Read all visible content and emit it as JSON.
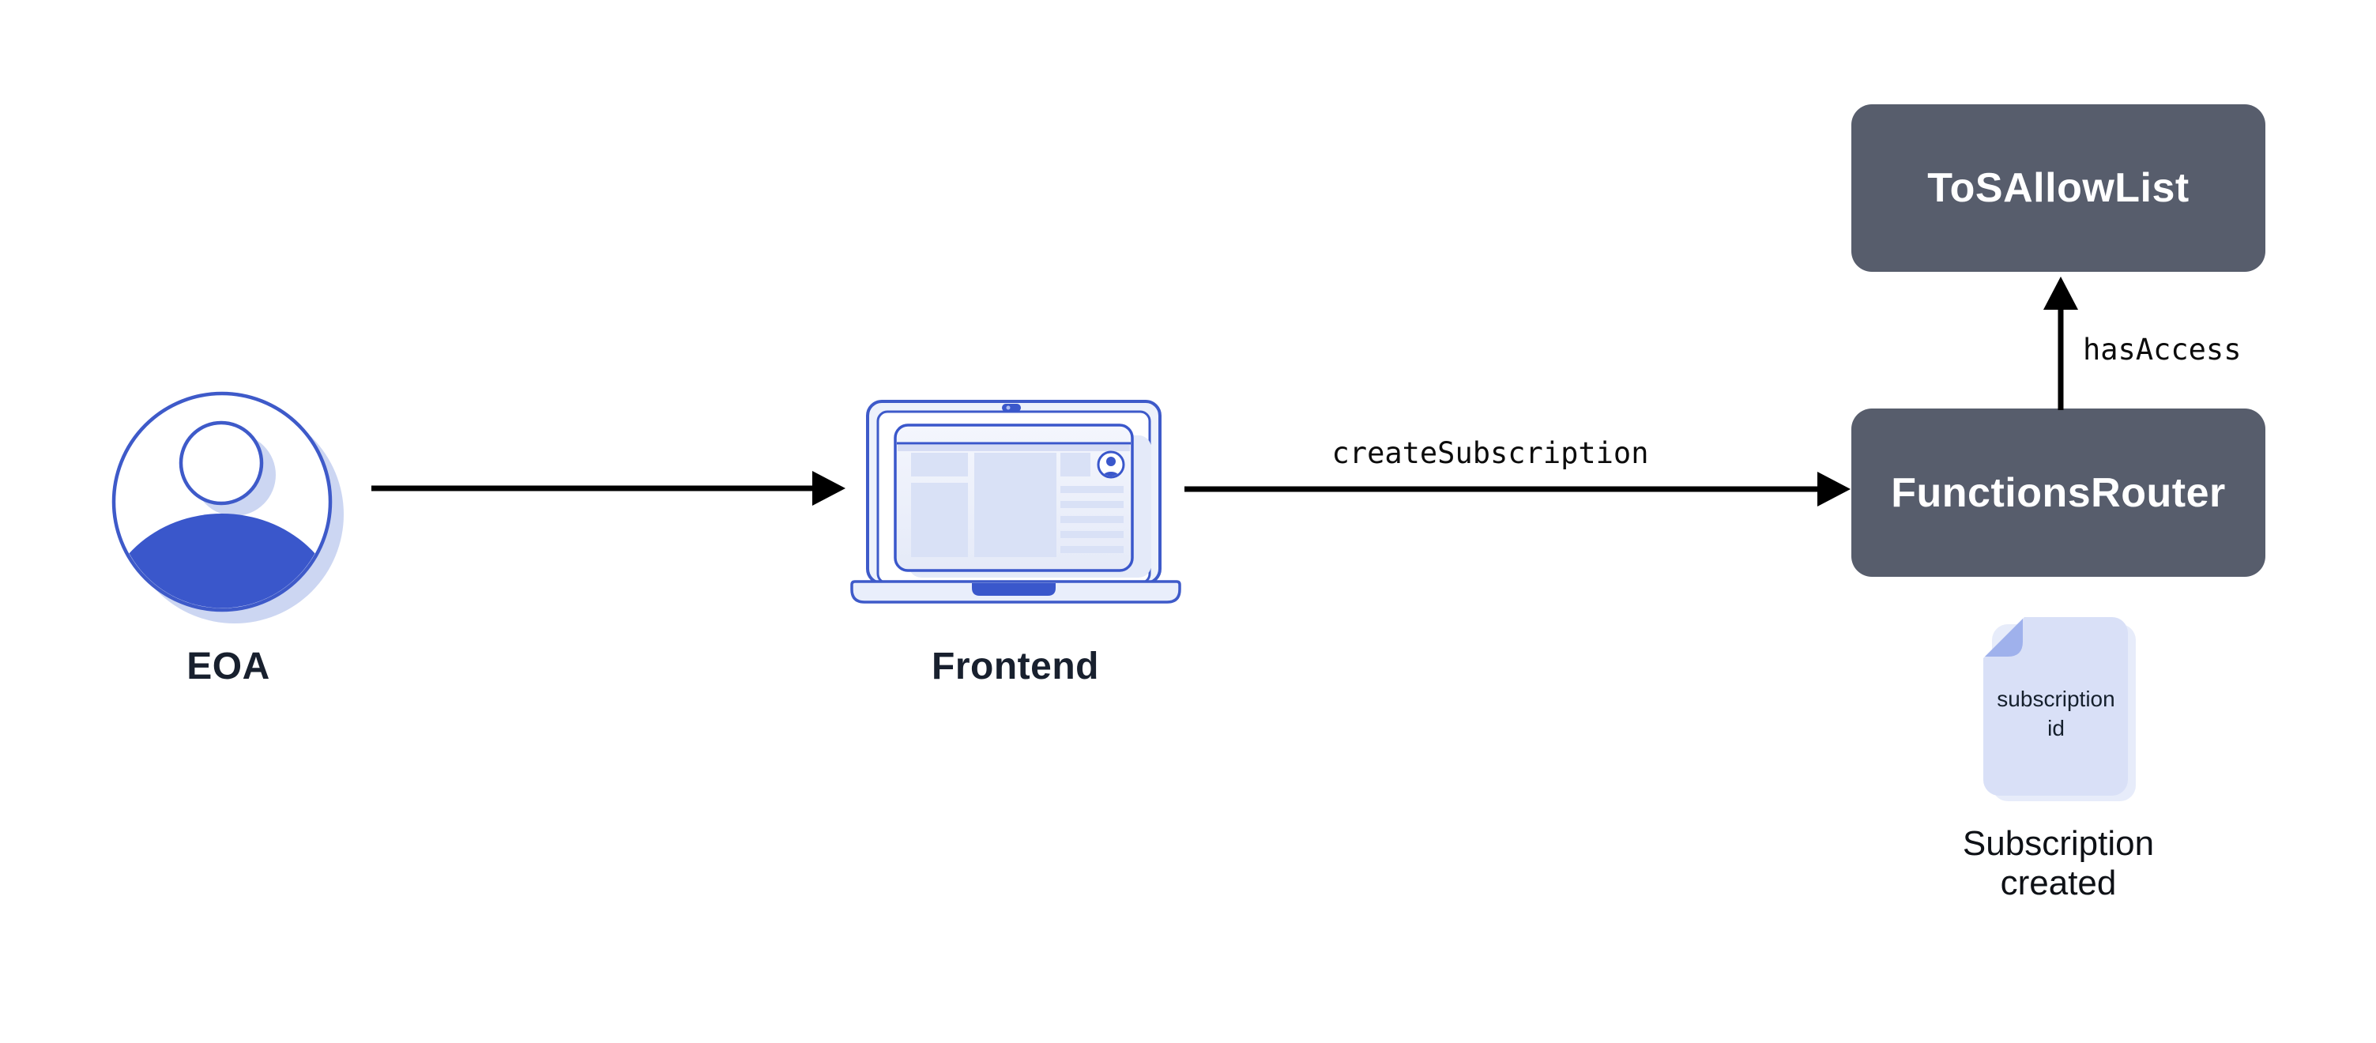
{
  "nodes": {
    "eoa": {
      "label": "EOA",
      "icon": "user-avatar-icon"
    },
    "frontend": {
      "label": "Frontend",
      "icon": "laptop-icon"
    },
    "tos_allow_list": {
      "label": "ToSAllowList"
    },
    "functions_router": {
      "label": "FunctionsRouter"
    }
  },
  "edges": {
    "eoa_to_frontend": {
      "label": ""
    },
    "frontend_to_router": {
      "label": "createSubscription"
    },
    "router_to_allowlist": {
      "label": "hasAccess"
    }
  },
  "subscription_doc": {
    "icon": "document-icon",
    "line1": "subscription",
    "line2": "id",
    "caption_line1": "Subscription",
    "caption_line2": "created"
  },
  "colors": {
    "background": "#ffffff",
    "panel_slate": "#575d6c",
    "panel_text": "#ffffff",
    "accent_blue": "#3a57cb",
    "stroke_blue": "#3e5ac9",
    "light_periwinkle": "#ccd6f2",
    "screen_block_fill": "#d9e1f6",
    "doc_fill": "#d9e0f7",
    "doc_fold": "#9fb1ec",
    "arrow_black": "#000000",
    "label_navy": "#18202e"
  }
}
